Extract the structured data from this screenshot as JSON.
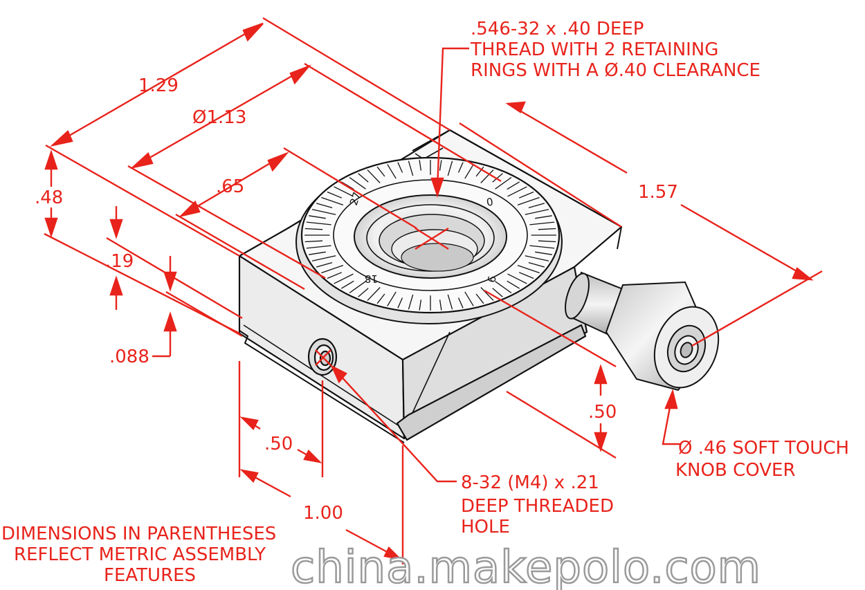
{
  "dimensions": {
    "d129": "1.29",
    "d113": "Ø1.13",
    "d065": ".65",
    "d048": ".48",
    "d019": ".19",
    "d0088": ".088",
    "d050_front": ".50",
    "d100": "1.00",
    "d157": "1.57",
    "d050_right": ".50"
  },
  "callouts": {
    "top_thread": [
      ".546-32 x .40 DEEP",
      "THREAD WITH 2 RETAINING",
      "RINGS WITH A Ø.40 CLEARANCE"
    ],
    "side_hole": [
      "8-32 (M4) x .21",
      "DEEP THREADED",
      "HOLE"
    ],
    "knob": [
      "Ø .46 SOFT TOUCH",
      "KNOB COVER"
    ],
    "footnote": [
      "DIMENSIONS IN PARENTHESES",
      "REFLECT METRIC ASSEMBLY",
      "FEATURES"
    ]
  },
  "dial_numbers": [
    "0",
    "9",
    "18",
    "27"
  ],
  "watermark": "china.makepolo.com",
  "colors": {
    "dimension": "#e8231b",
    "outline": "#111111",
    "metal_light": "#f4f4f4",
    "metal_mid": "#d9d9d9",
    "metal_dark": "#9a9a9a"
  }
}
